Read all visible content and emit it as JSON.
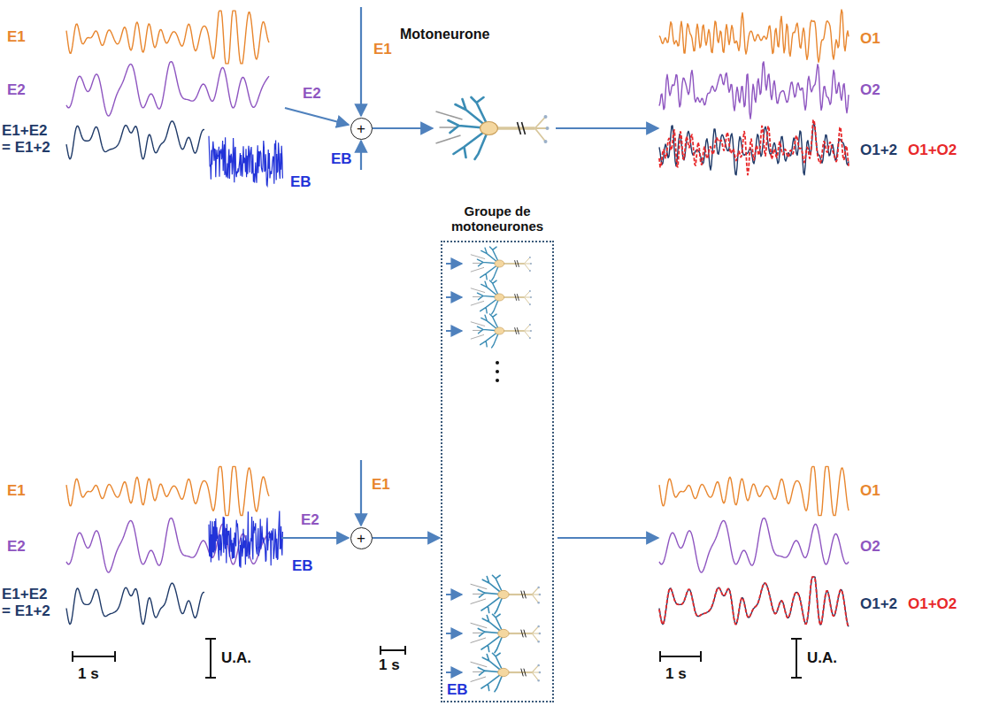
{
  "diagram": {
    "nodes": [
      {
        "text": [
          "+"
        ]
      },
      {
        "text": [
          "Motoneurone"
        ]
      },
      {
        "text": [
          "+"
        ]
      },
      {
        "text": [
          "Groupe de motoneurones"
        ]
      }
    ],
    "edges": [
      {
        "from": 0,
        "to": 1,
        "arrow": "to"
      },
      {
        "from": 2,
        "to": 3,
        "arrow": "to"
      }
    ],
    "labels": [
      "E1",
      "E2",
      "E1+E2 = E1+2",
      "E1",
      "E2",
      "EB",
      "EB",
      "O1",
      "O2",
      "O1+2",
      "O1+O2",
      "E1",
      "E2",
      "E1+E2 = E1+2",
      "E1",
      "E2",
      "EB",
      "O1",
      "O2",
      "O1+2",
      "O1+O2",
      "1 s",
      "U.A.",
      "1 s",
      "EB",
      "1 s",
      "U.A."
    ]
  }
}
